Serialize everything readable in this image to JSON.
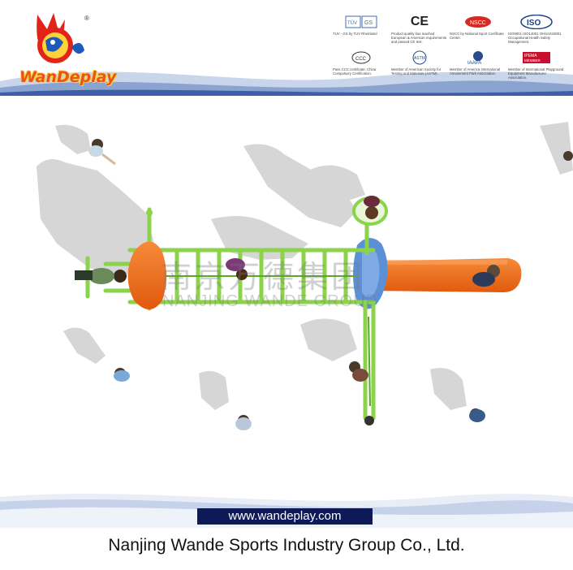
{
  "brand": {
    "logo_text": "WanDeplay",
    "registered_mark": "®"
  },
  "certifications": [
    {
      "icon": "tuv-gs-badge",
      "badge": "TÜV GS",
      "caption": "TUV - GS by TUV Rheinland"
    },
    {
      "icon": "ce-mark",
      "badge": "CE",
      "caption": "Product quality has reached European & American requirements and passed CE test."
    },
    {
      "icon": "nscc-badge",
      "badge": "NSCC",
      "caption": "NSCC by National Sport Certificate Center."
    },
    {
      "icon": "iso-badge",
      "badge": "ISO",
      "caption": "ISO9001 ISO14001 OHSAS18001 Occupational Health Safety Management."
    },
    {
      "icon": "ccc-badge",
      "badge": "CCC",
      "caption": "Pass CCC certificate: China Compulsory Certification."
    },
    {
      "icon": "astm-badge",
      "badge": "ASTM",
      "caption": "Member of American Society for Testing and Materials (ASTM)."
    },
    {
      "icon": "iaapa-badge",
      "badge": "IAAPA",
      "caption": "Member of America International Amusement Park Association."
    },
    {
      "icon": "ipema-badge",
      "badge": "IPEMA MEMBER",
      "caption": "Member of International Playground Equipment Manufacturer Association."
    }
  ],
  "watermark": {
    "chinese": "南京万德集团",
    "english": "NANJING WANDE GROUP"
  },
  "footer": {
    "url": "www.wandeplay.com",
    "company": "Nanjing Wande Sports Industry Group Co., Ltd."
  },
  "colors": {
    "frame_green": "#8bd34a",
    "slide_orange": "#f06a1a",
    "blue_platform": "#5b8fd6",
    "footer_navy": "#0d1a57",
    "logo_orange": "#e8541e"
  }
}
